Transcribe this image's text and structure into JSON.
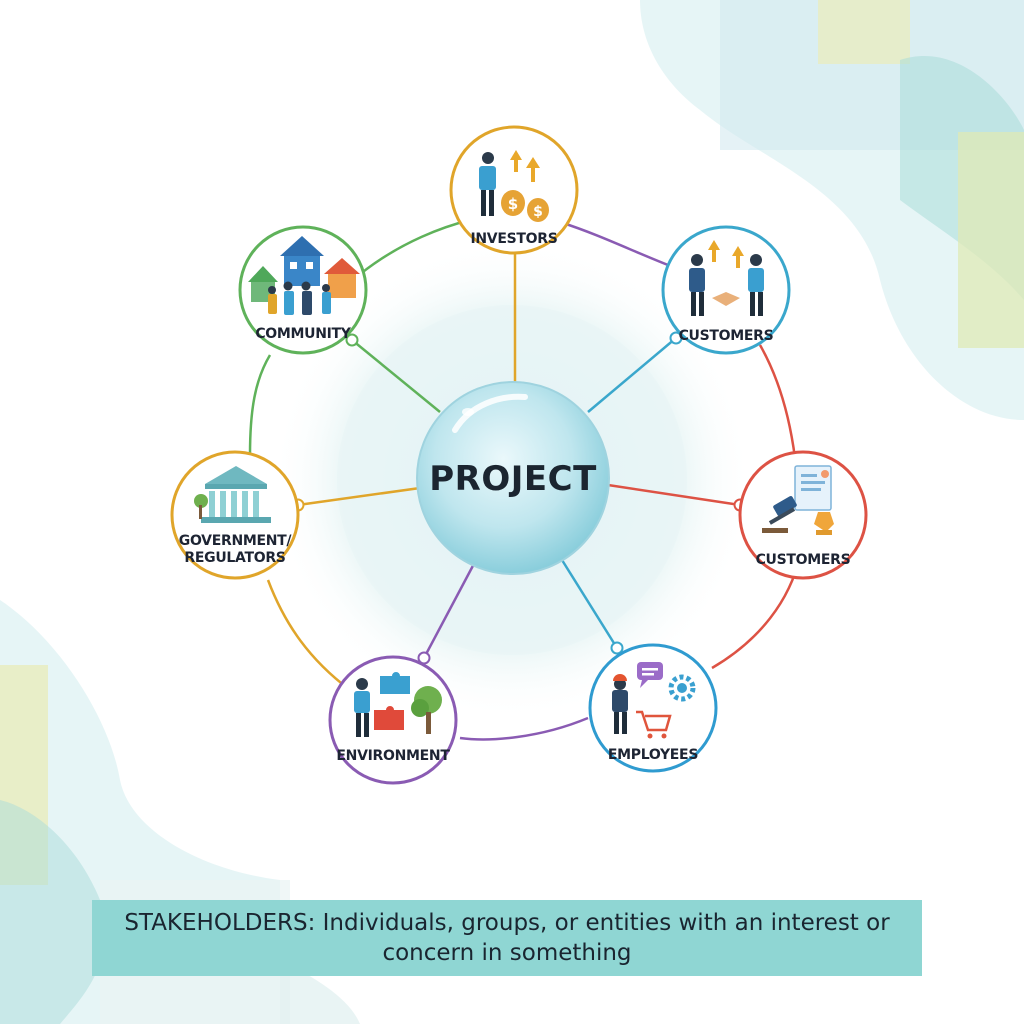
{
  "center": {
    "label": "PROJECT"
  },
  "stakeholders": [
    {
      "id": "investors",
      "label": "INVESTORS",
      "color": "#e0a52a",
      "icon": "investor-money-icon"
    },
    {
      "id": "customers-top",
      "label": "CUSTOMERS",
      "color": "#3aa7cc",
      "icon": "handshake-icon"
    },
    {
      "id": "customers-right",
      "label": "CUSTOMERS",
      "color": "#dd5244",
      "icon": "gavel-contract-icon"
    },
    {
      "id": "employees",
      "label": "EMPLOYEES",
      "color": "#2f9bd0",
      "icon": "worker-cart-icon"
    },
    {
      "id": "environment",
      "label": "ENVIRONMENT",
      "color": "#8a5bb3",
      "icon": "puzzle-tree-icon"
    },
    {
      "id": "government",
      "label": "GOVERNMENT/",
      "label2": "REGULATORS",
      "color": "#e0a52a",
      "icon": "government-building-icon"
    },
    {
      "id": "community",
      "label": "COMMUNITY",
      "color": "#5fb25a",
      "icon": "houses-people-icon"
    }
  ],
  "caption": {
    "term": "STAKEHOLDERS:",
    "line1": "Individuals, groups, or entities with an interest or",
    "line2": "concern in something"
  },
  "colors": {
    "center_fill": "#bfe6ee",
    "caption_bg": "#8fd6d3",
    "ring_green": "#5fb25a",
    "ring_purple": "#8a5bb3",
    "ring_red": "#dd5244",
    "ring_orange": "#e0a52a"
  }
}
